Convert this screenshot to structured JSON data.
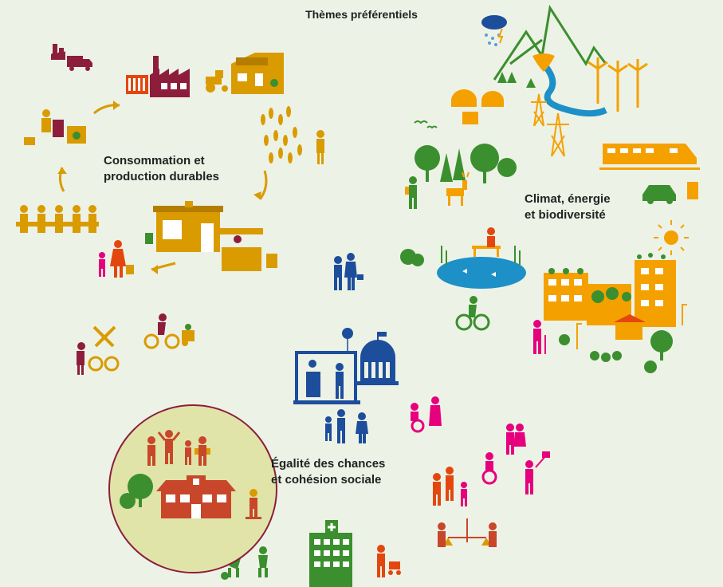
{
  "title": "Thèmes préférentiels",
  "themes": {
    "consommation": {
      "line1": "Consommation et",
      "line2": "production durables"
    },
    "climat": {
      "line1": "Climat, énergie",
      "line2": "et biodiversité"
    },
    "egalite": {
      "line1": "Égalité des chances",
      "line2": "et cohésion sociale"
    }
  },
  "colors": {
    "background": "#edf2e6",
    "consommation": "#d99b00",
    "climat_orange": "#f4a100",
    "climat_green": "#3b8f2e",
    "egalite": "#e6007e",
    "citizen_blue": "#1d4e9c",
    "highlight_circle": "#e0e4a8",
    "school_red": "#c8462a"
  },
  "icons": [
    "factory-icon",
    "truck-icon",
    "tractor-icon",
    "farmhouse-icon",
    "recycling-bins-icon",
    "wheat-field-icon",
    "shop-icon",
    "market-stall-icon",
    "family-icon",
    "group-table-icon",
    "repair-tools-icon",
    "cargo-bike-icon",
    "mountains-icon",
    "wind-turbine-icon",
    "power-pylon-icon",
    "train-icon",
    "electric-car-icon",
    "forest-icon",
    "deer-icon",
    "hiker-icon",
    "pond-icon",
    "cyclist-icon",
    "green-buildings-icon",
    "elderly-person-icon",
    "sun-icon",
    "couple-icon",
    "town-hall-icon",
    "podium-speaker-icon",
    "wheelchair-icon",
    "hospital-icon",
    "school-icon",
    "children-playing-icon",
    "scales-justice-icon",
    "stroller-icon"
  ]
}
